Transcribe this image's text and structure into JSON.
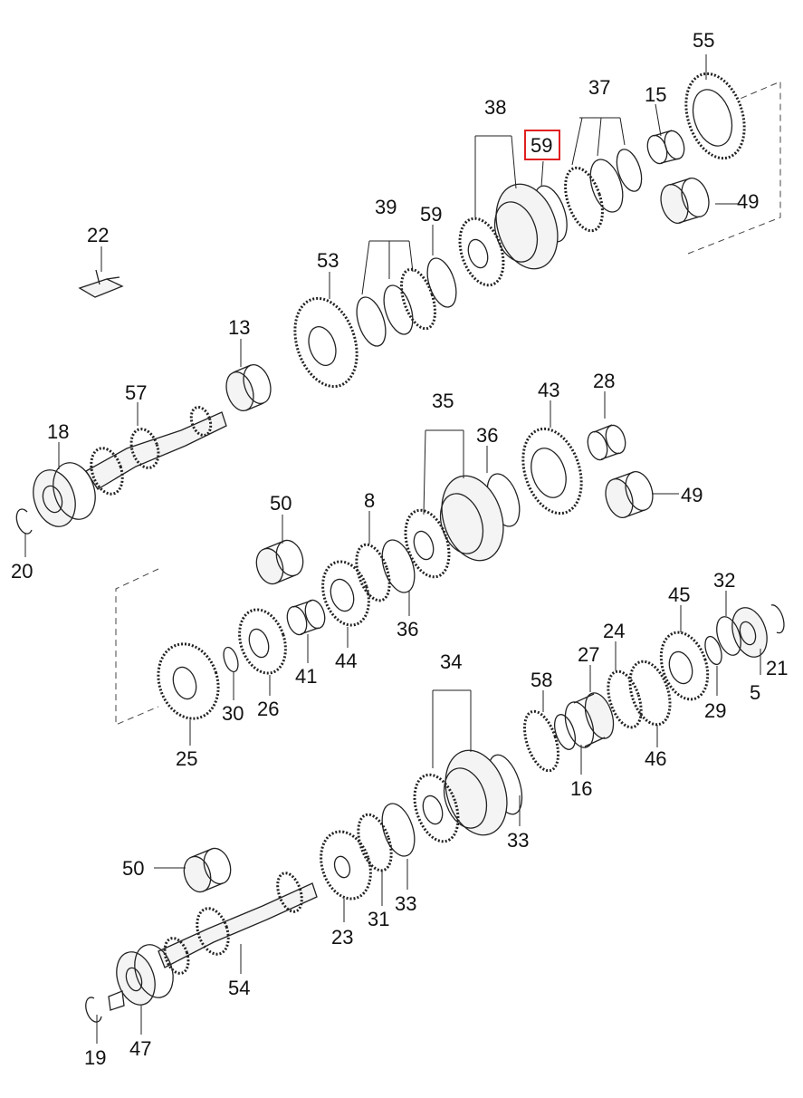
{
  "diagram": {
    "labels": [
      "55",
      "37",
      "15",
      "38",
      "59",
      "49",
      "39",
      "59",
      "22",
      "53",
      "13",
      "57",
      "18",
      "20",
      "35",
      "43",
      "28",
      "36",
      "50",
      "8",
      "49",
      "32",
      "45",
      "24",
      "27",
      "58",
      "21",
      "41",
      "44",
      "36",
      "30",
      "26",
      "25",
      "29",
      "5",
      "34",
      "46",
      "16",
      "33",
      "33",
      "31",
      "23",
      "50",
      "54",
      "47",
      "19"
    ],
    "highlighted_label": "59"
  },
  "colors": {
    "highlight": "#e02020",
    "line": "#222222"
  }
}
